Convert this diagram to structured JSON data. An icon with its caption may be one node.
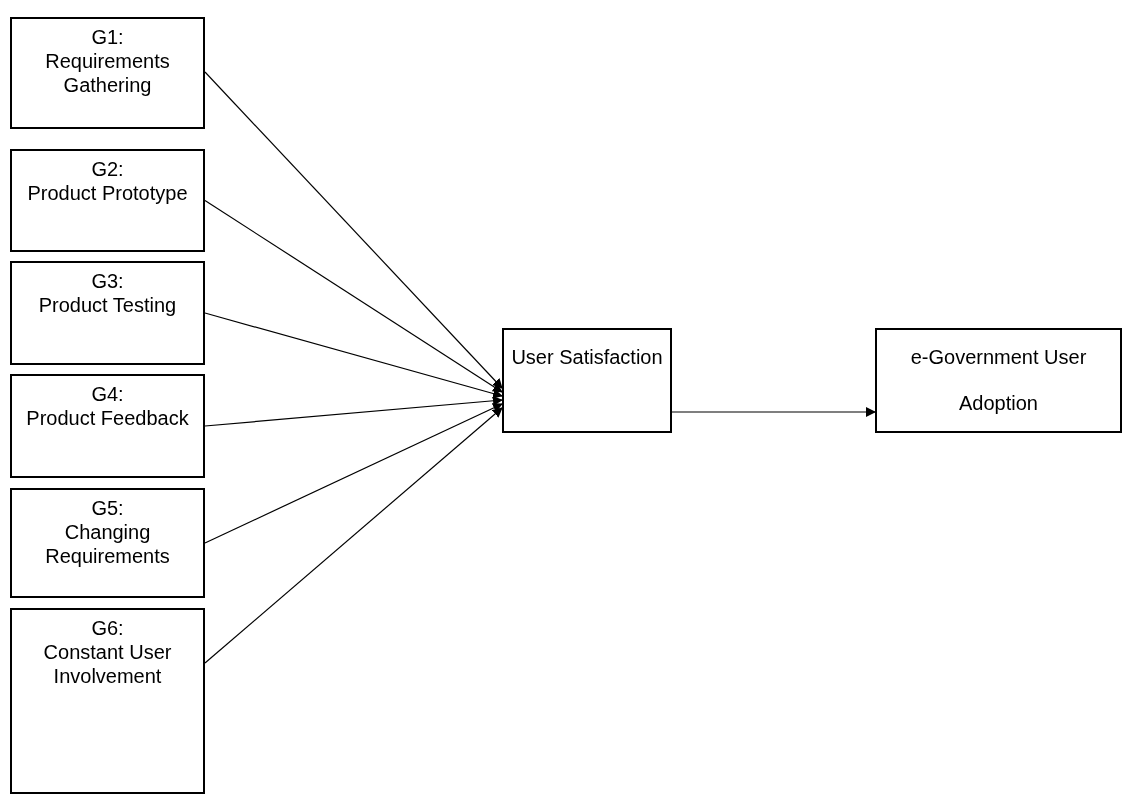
{
  "diagram": {
    "nodes": [
      {
        "text": [
          "G1:",
          "Requirements Gathering"
        ]
      },
      {
        "text": [
          "G2:",
          "Product Prototype"
        ]
      },
      {
        "text": [
          "G3:",
          "Product Testing"
        ]
      },
      {
        "text": [
          "G4:",
          "Product Feedback"
        ]
      },
      {
        "text": [
          "G5:",
          "Changing Requirements"
        ]
      },
      {
        "text": [
          "G6:",
          "Constant User Involvement"
        ]
      },
      {
        "text": [
          "User Satisfaction"
        ]
      },
      {
        "text": [
          "e-Government User Adoption"
        ]
      }
    ],
    "edges": [
      {
        "from": 0,
        "to": 6,
        "arrow": "to"
      },
      {
        "from": 1,
        "to": 6,
        "arrow": "to"
      },
      {
        "from": 2,
        "to": 6,
        "arrow": "to"
      },
      {
        "from": 3,
        "to": 6,
        "arrow": "to"
      },
      {
        "from": 4,
        "to": 6,
        "arrow": "to"
      },
      {
        "from": 5,
        "to": 6,
        "arrow": "to"
      },
      {
        "from": 6,
        "to": 7,
        "arrow": "to"
      }
    ]
  }
}
